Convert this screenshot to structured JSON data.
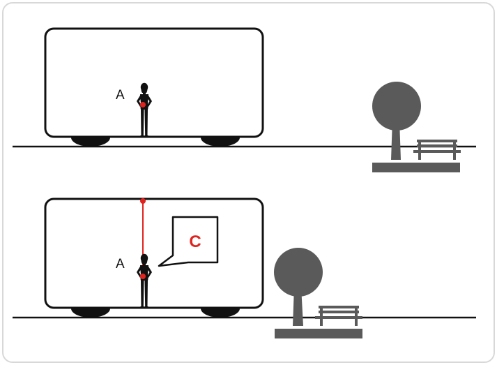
{
  "panels": [
    {
      "id": "top",
      "observer_label": "A"
    },
    {
      "id": "bottom",
      "observer_label": "A",
      "callout_label": "C"
    }
  ],
  "colors": {
    "accent": "#e0231f",
    "scenery": "#5a5a5a",
    "outline": "#111111",
    "frame": "#d8d8d8"
  }
}
